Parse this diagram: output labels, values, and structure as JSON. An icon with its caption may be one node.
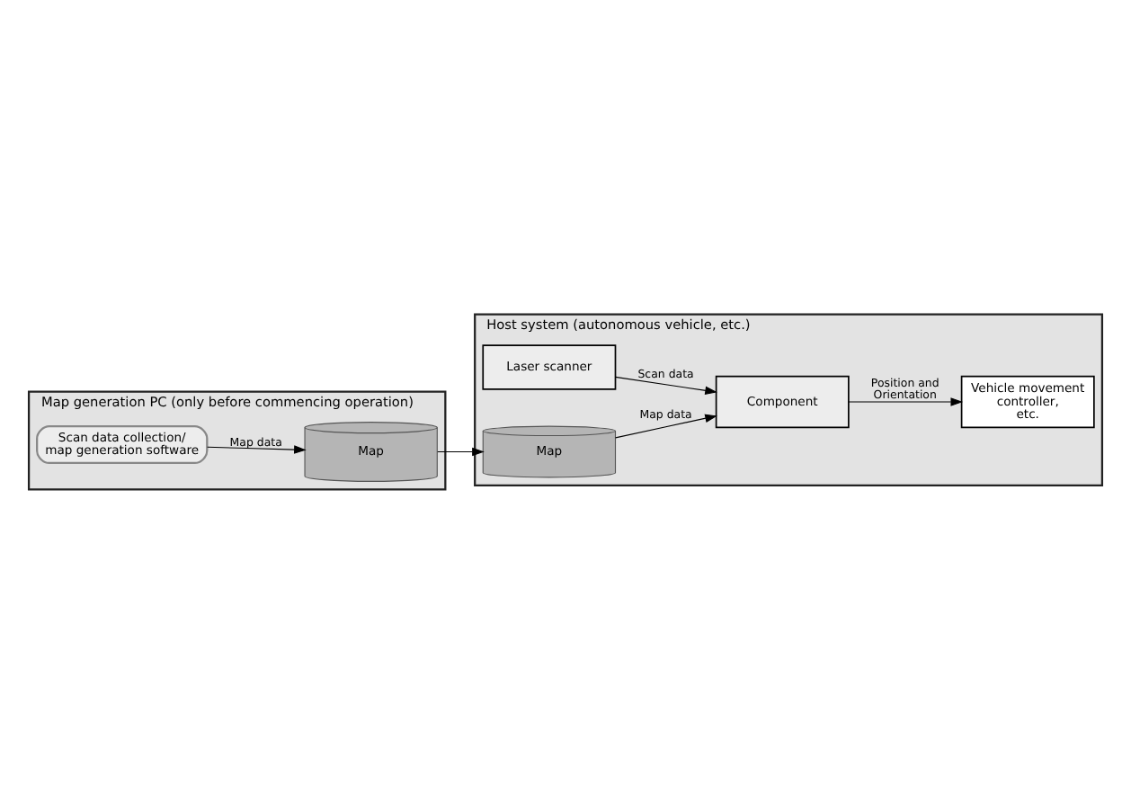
{
  "diagram": {
    "nodes": [
      {
        "text": [
          "Map generation PC (only before commencing operation)"
        ]
      },
      {
        "text": [
          "Scan data collection/ map generation software"
        ],
        "in": 0
      },
      {
        "text": [
          "Map"
        ],
        "in": 0
      },
      {
        "text": [
          "Host system (autonomous vehicle, etc.)"
        ]
      },
      {
        "text": [
          "Laser scanner"
        ],
        "in": 3
      },
      {
        "text": [
          "Component"
        ],
        "in": 3
      },
      {
        "text": [
          "Map"
        ],
        "in": 3
      },
      {
        "text": [
          "Vehicle movement controller, etc."
        ],
        "in": 3
      }
    ],
    "edges": [
      {
        "from": 1,
        "to": 2,
        "arrow": "to",
        "label": "Map data"
      },
      {
        "from": 2,
        "to": 6,
        "arrow": "to"
      },
      {
        "from": 4,
        "to": 5,
        "arrow": "to",
        "label": "Scan data"
      },
      {
        "from": 6,
        "to": 5,
        "arrow": "to",
        "label": "Map data"
      },
      {
        "from": 5,
        "to": 7,
        "arrow": "to",
        "label": "Position and Orientation"
      }
    ]
  }
}
